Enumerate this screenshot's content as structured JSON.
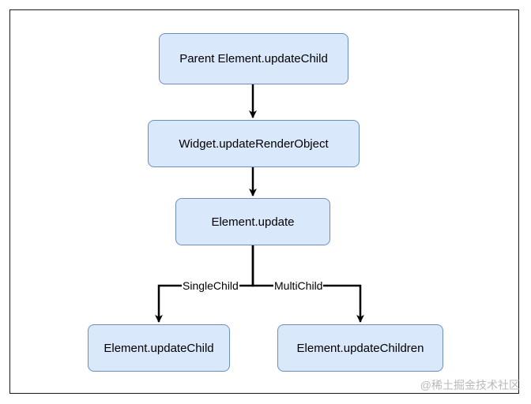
{
  "diagram": {
    "nodes": [
      {
        "id": "n1",
        "label": "Parent Element.updateChild"
      },
      {
        "id": "n2",
        "label": "Widget.updateRenderObject"
      },
      {
        "id": "n3",
        "label": "Element.update"
      },
      {
        "id": "n4",
        "label": "Element.updateChild"
      },
      {
        "id": "n5",
        "label": "Element.updateChildren"
      }
    ],
    "edges": [
      {
        "from": "n1",
        "to": "n2",
        "label": ""
      },
      {
        "from": "n2",
        "to": "n3",
        "label": ""
      },
      {
        "from": "n3",
        "to": "n4",
        "label": "SingleChild"
      },
      {
        "from": "n3",
        "to": "n5",
        "label": "MultiChild"
      }
    ],
    "colors": {
      "node_fill": "#dae8fc",
      "node_border": "#6c8ebf",
      "edge": "#000000"
    }
  },
  "watermark": "@稀土掘金技术社区"
}
